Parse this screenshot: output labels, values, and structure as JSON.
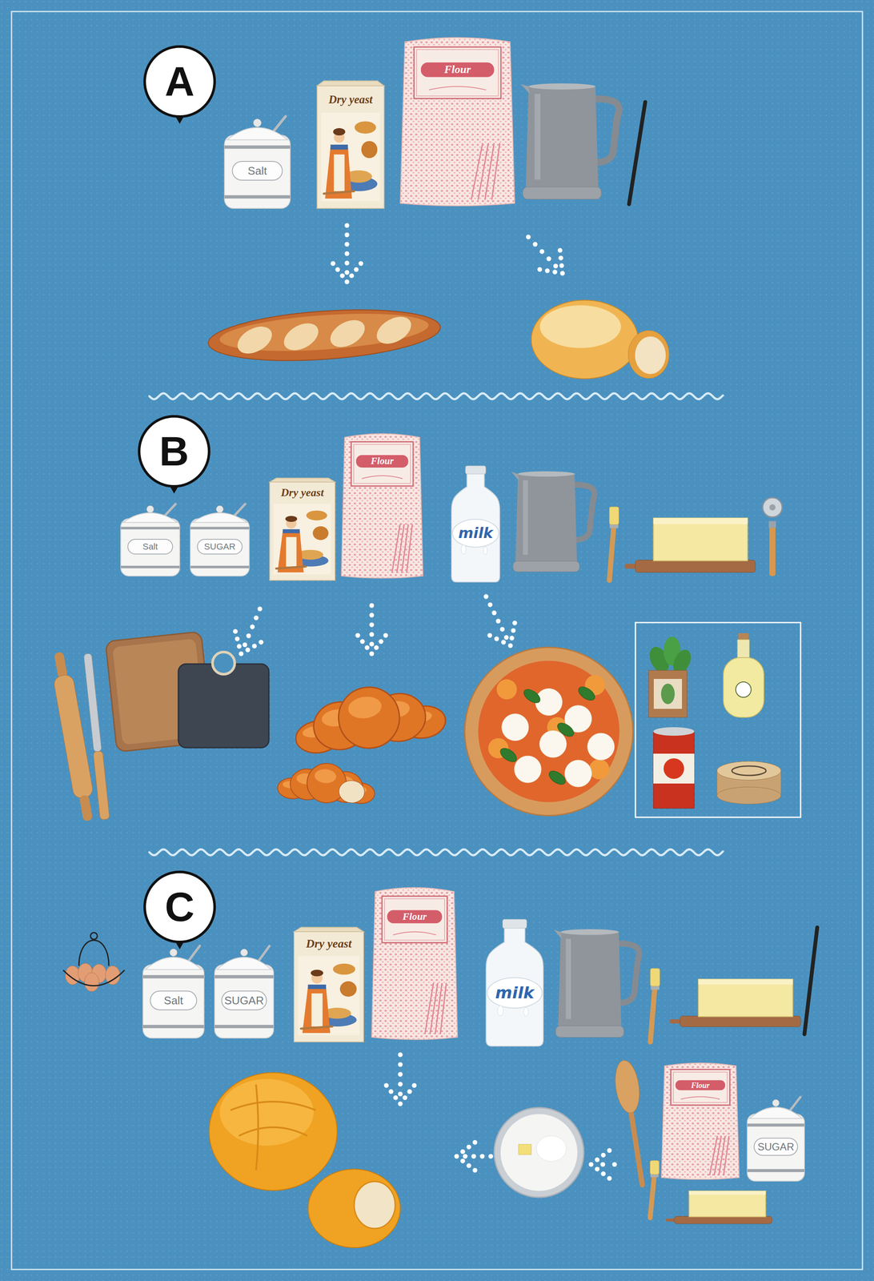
{
  "diagram": {
    "nodes": [
      {
        "text": [
          "A"
        ]
      },
      {
        "text": [
          "B"
        ]
      },
      {
        "text": [
          "C"
        ]
      }
    ],
    "labels": [
      "Salt",
      "Dry yeast",
      "Flour",
      "Salt",
      "SUGAR",
      "Dry yeast",
      "Flour",
      "milk",
      "Salt",
      "SUGAR",
      "Dry yeast",
      "Flour",
      "milk",
      "Flour",
      "SUGAR"
    ]
  }
}
